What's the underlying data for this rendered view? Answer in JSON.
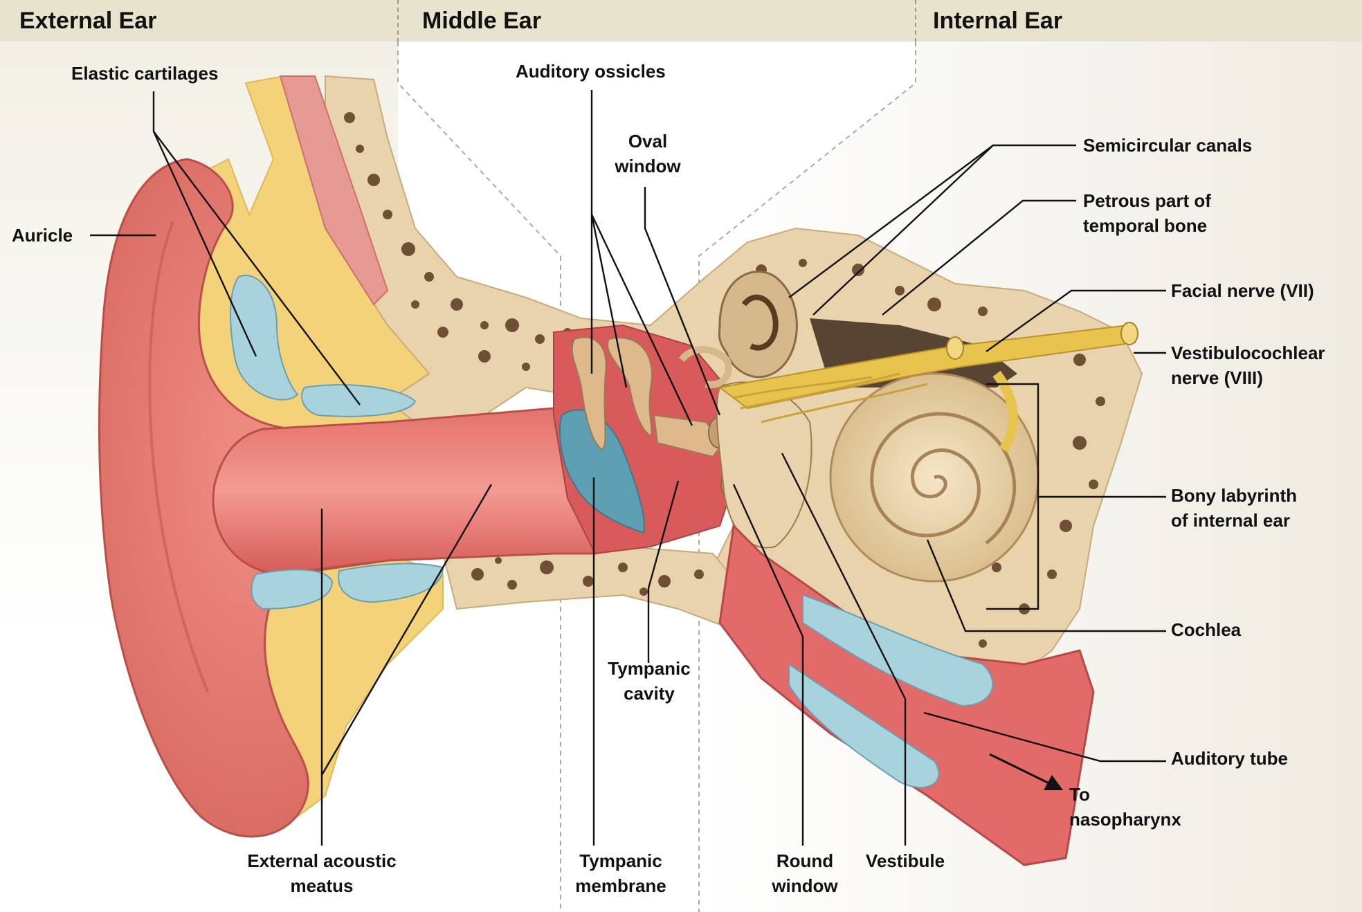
{
  "sections": {
    "external": "External Ear",
    "middle": "Middle Ear",
    "internal": "Internal Ear"
  },
  "labels": {
    "elastic_cartilages": "Elastic cartilages",
    "auricle": "Auricle",
    "auditory_ossicles": "Auditory ossicles",
    "oval_window_1": "Oval",
    "oval_window_2": "window",
    "semicircular_canals": "Semicircular canals",
    "petrous_1": "Petrous part of",
    "petrous_2": "temporal bone",
    "facial_nerve": "Facial nerve (VII)",
    "vestibulocochlear_1": "Vestibulocochlear",
    "vestibulocochlear_2": "nerve (VIII)",
    "bony_labyrinth_1": "Bony labyrinth",
    "bony_labyrinth_2": "of internal ear",
    "cochlea": "Cochlea",
    "tympanic_cavity_1": "Tympanic",
    "tympanic_cavity_2": "cavity",
    "auditory_tube": "Auditory tube",
    "to_nasopharynx_1": "To",
    "to_nasopharynx_2": "nasopharynx",
    "external_meatus_1": "External acoustic",
    "external_meatus_2": "meatus",
    "tympanic_membrane_1": "Tympanic",
    "tympanic_membrane_2": "membrane",
    "round_window_1": "Round",
    "round_window_2": "window",
    "vestibule": "Vestibule"
  },
  "colors": {
    "header_band": "#e8e3cd",
    "skin": "#e2786e",
    "canal": "#d95f5c",
    "fat": "#f3d27a",
    "cartilage": "#a9d3dc",
    "bone": "#e9d3ac",
    "bone_pit": "#5a3a22",
    "ossicle": "#ddb98c",
    "membrane": "#5e9fb3",
    "nerve": "#e8c44e",
    "muscle": "#e79a94",
    "leader": "#111111"
  }
}
